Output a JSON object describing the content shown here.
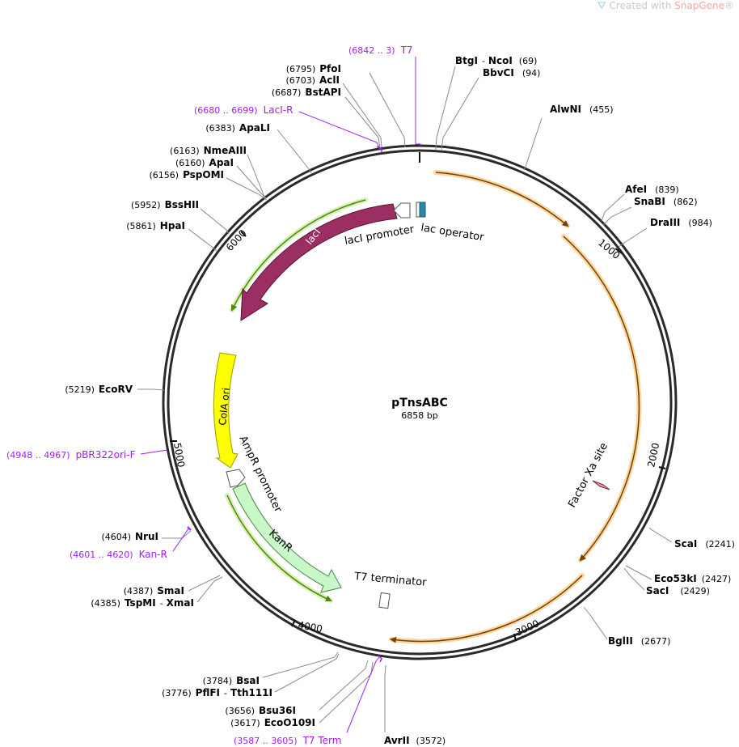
{
  "watermark": {
    "prefix": "Created with ",
    "brand": "SnapGene",
    "suffix": "®"
  },
  "plasmid": {
    "name": "pTnsABC",
    "length": "6858 bp"
  },
  "ticks": [
    "1000",
    "2000",
    "3000",
    "4000",
    "5000",
    "6000"
  ],
  "sites": {
    "pfoi": {
      "name": "PfoI",
      "pos": "(6795)"
    },
    "acli": {
      "name": "AclI",
      "pos": "(6703)"
    },
    "bstapi": {
      "name": "BstAPI",
      "pos": "(6687)"
    },
    "apali": {
      "name": "ApaLI",
      "pos": "(6383)"
    },
    "nmeaiii": {
      "name": "NmeAIII",
      "pos": "(6163)"
    },
    "apai": {
      "name": "ApaI",
      "pos": "(6160)"
    },
    "pspomi": {
      "name": "PspOMI",
      "pos": "(6156)"
    },
    "bsshii": {
      "name": "BssHII",
      "pos": "(5952)"
    },
    "hpai": {
      "name": "HpaI",
      "pos": "(5861)"
    },
    "ecorv": {
      "name": "EcoRV",
      "pos": "(5219)"
    },
    "nrui": {
      "name": "NruI",
      "pos": "(4604)"
    },
    "smai": {
      "name": "SmaI",
      "pos": "(4387)"
    },
    "tspmi": {
      "name": "TspMI",
      "sep": "-",
      "name2": "XmaI",
      "pos": "(4385)"
    },
    "bsai": {
      "name": "BsaI",
      "pos": "(3784)"
    },
    "pflfi": {
      "name": "PflFI",
      "sep": "-",
      "name2": "Tth111I",
      "pos": "(3776)"
    },
    "bsu36i": {
      "name": "Bsu36I",
      "pos": "(3656)"
    },
    "eco0109i": {
      "name": "EcoO109I",
      "pos": "(3617)"
    },
    "avrii": {
      "name": "AvrII",
      "pos": "(3572)"
    },
    "btgi": {
      "name": "BtgI",
      "sep": "-",
      "name2": "NcoI",
      "pos": "(69)"
    },
    "bbvci": {
      "name": "BbvCI",
      "pos": "(94)"
    },
    "alwni": {
      "name": "AlwNI",
      "pos": "(455)"
    },
    "afei": {
      "name": "AfeI",
      "pos": "(839)"
    },
    "snabi": {
      "name": "SnaBI",
      "pos": "(862)"
    },
    "draiii": {
      "name": "DraIII",
      "pos": "(984)"
    },
    "scai": {
      "name": "ScaI",
      "pos": "(2241)"
    },
    "eco53ki": {
      "name": "Eco53kI",
      "pos": "(2427)"
    },
    "saci": {
      "name": "SacI",
      "pos": "(2429)"
    },
    "bglii": {
      "name": "BglII",
      "pos": "(2677)"
    }
  },
  "primers": {
    "t7": {
      "pos": "(6842 .. 3)",
      "name": "T7"
    },
    "lacir": {
      "pos": "(6680 .. 6699)",
      "name": "LacI-R"
    },
    "pbr": {
      "pos": "(4948 .. 4967)",
      "name": "pBR322ori-F"
    },
    "kanr": {
      "pos": "(4601 .. 4620)",
      "name": "Kan-R"
    },
    "t7term": {
      "pos": "(3587 .. 3605)",
      "name": "T7 Term"
    }
  },
  "features": {
    "laci": "lacI",
    "laci_promoter": "lacI promoter",
    "lac_operator": "lac operator",
    "cola_ori": "ColA ori",
    "ampr_promoter": "AmpR promoter",
    "kanr": "KanR",
    "t7_terminator": "T7 terminator",
    "factor_xa": "Factor Xa site"
  },
  "colors": {
    "laci": "#9b2f63",
    "cola": "#ffff00",
    "kanr": "#c8f7c8",
    "orf_outline": "#f5c169",
    "orf_arrow": "#7a3c08",
    "orf_green": "#5aa00a",
    "lac_operator": "#2b87a7",
    "primer": "#a020f0",
    "backbone": "#2a2a2a"
  }
}
